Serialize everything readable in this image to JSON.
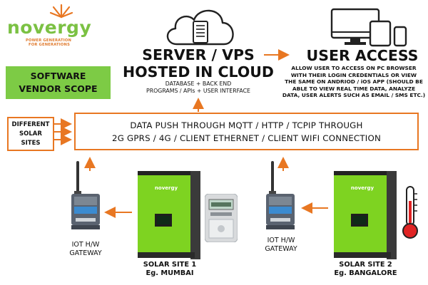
{
  "logo": {
    "name": "novergy",
    "tagline_line1": "POWER GENERATION",
    "tagline_line2": "FOR GENERATIONS"
  },
  "scope_badge": {
    "line1": "SOFTWARE",
    "line2": "VENDOR SCOPE"
  },
  "server": {
    "title_line1": "SERVER / VPS",
    "title_line2": "HOSTED IN CLOUD",
    "desc_line1": "DATABASE + BACK END",
    "desc_line2": "PROGRAMS / APIs + USER INTERFACE"
  },
  "user_access": {
    "title": "USER ACCESS",
    "desc_lines": [
      "ALLOW USER TO  ACCESS ON PC BROWSER",
      "WITH THEIR LOGIN CREDENTIALS OR VIEW",
      "THE SAME ON ANDRIOD / iOS APP (SHOULD BE",
      "ABLE TO VIEW REAL TIME DATA, ANALYZE",
      "DATA, USER ALERTS SUCH AS EMAIL / SMS ETC.)"
    ]
  },
  "sites_box": {
    "line1": "DIFFERENT",
    "line2": "SOLAR",
    "line3": "SITES"
  },
  "data_push": {
    "line1": "DATA PUSH THROUGH MQTT / HTTP / TCPIP THROUGH",
    "line2": "2G GPRS / 4G / CLIENT ETHERNET / CLIENT WIFI CONNECTION"
  },
  "gateway1": {
    "line1": "IOT H/W",
    "line2": "GATEWAY"
  },
  "gateway2": {
    "line1": "IOT H/W",
    "line2": "GATEWAY"
  },
  "site1": {
    "line1": "SOLAR SITE 1",
    "line2": "Eg. MUMBAI"
  },
  "site2": {
    "line1": "SOLAR SITE 2",
    "line2": "Eg. BANGALORE"
  },
  "inverter_brand": "novergy",
  "colors": {
    "orange": "#e87722",
    "green": "#7dcb45",
    "inverter_green": "#7ed321",
    "dark": "#222222"
  }
}
